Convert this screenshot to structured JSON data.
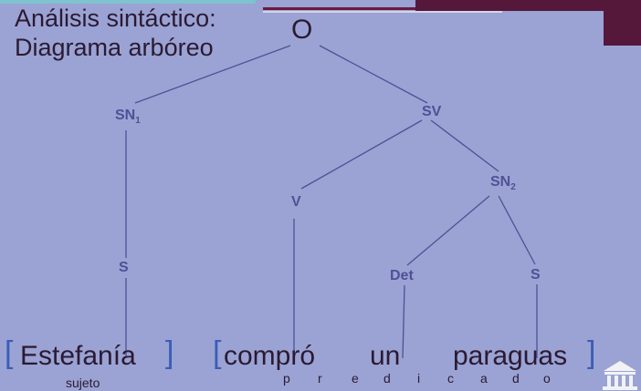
{
  "title": "Análisis sintáctico:\nDiagrama arbóreo",
  "tree": {
    "root": "O",
    "sn1": "SN",
    "sn1_sub": "1",
    "sv": "SV",
    "v": "V",
    "sn2": "SN",
    "sn2_sub": "2",
    "s_left": "S",
    "det": "Det",
    "s_right": "S"
  },
  "sentence": {
    "open_bracket_1": "[",
    "word1": "Estefanía",
    "close_bracket_1": "]",
    "open_bracket_2": "[",
    "word2": "compró",
    "word3": "un",
    "word4": "paraguas",
    "close_bracket_2": "]"
  },
  "labels": {
    "subject": "sujeto",
    "predicate_letters": [
      "p",
      "r",
      "e",
      "d",
      "i",
      "c",
      "a",
      "d",
      "o"
    ]
  },
  "colors": {
    "background": "#9aa3d3",
    "tree_lines": "#4e5197",
    "text_dark": "#2b1a33",
    "accent_dark": "#55173a",
    "bracket": "#3a5db7"
  },
  "icon": "university-building-icon"
}
